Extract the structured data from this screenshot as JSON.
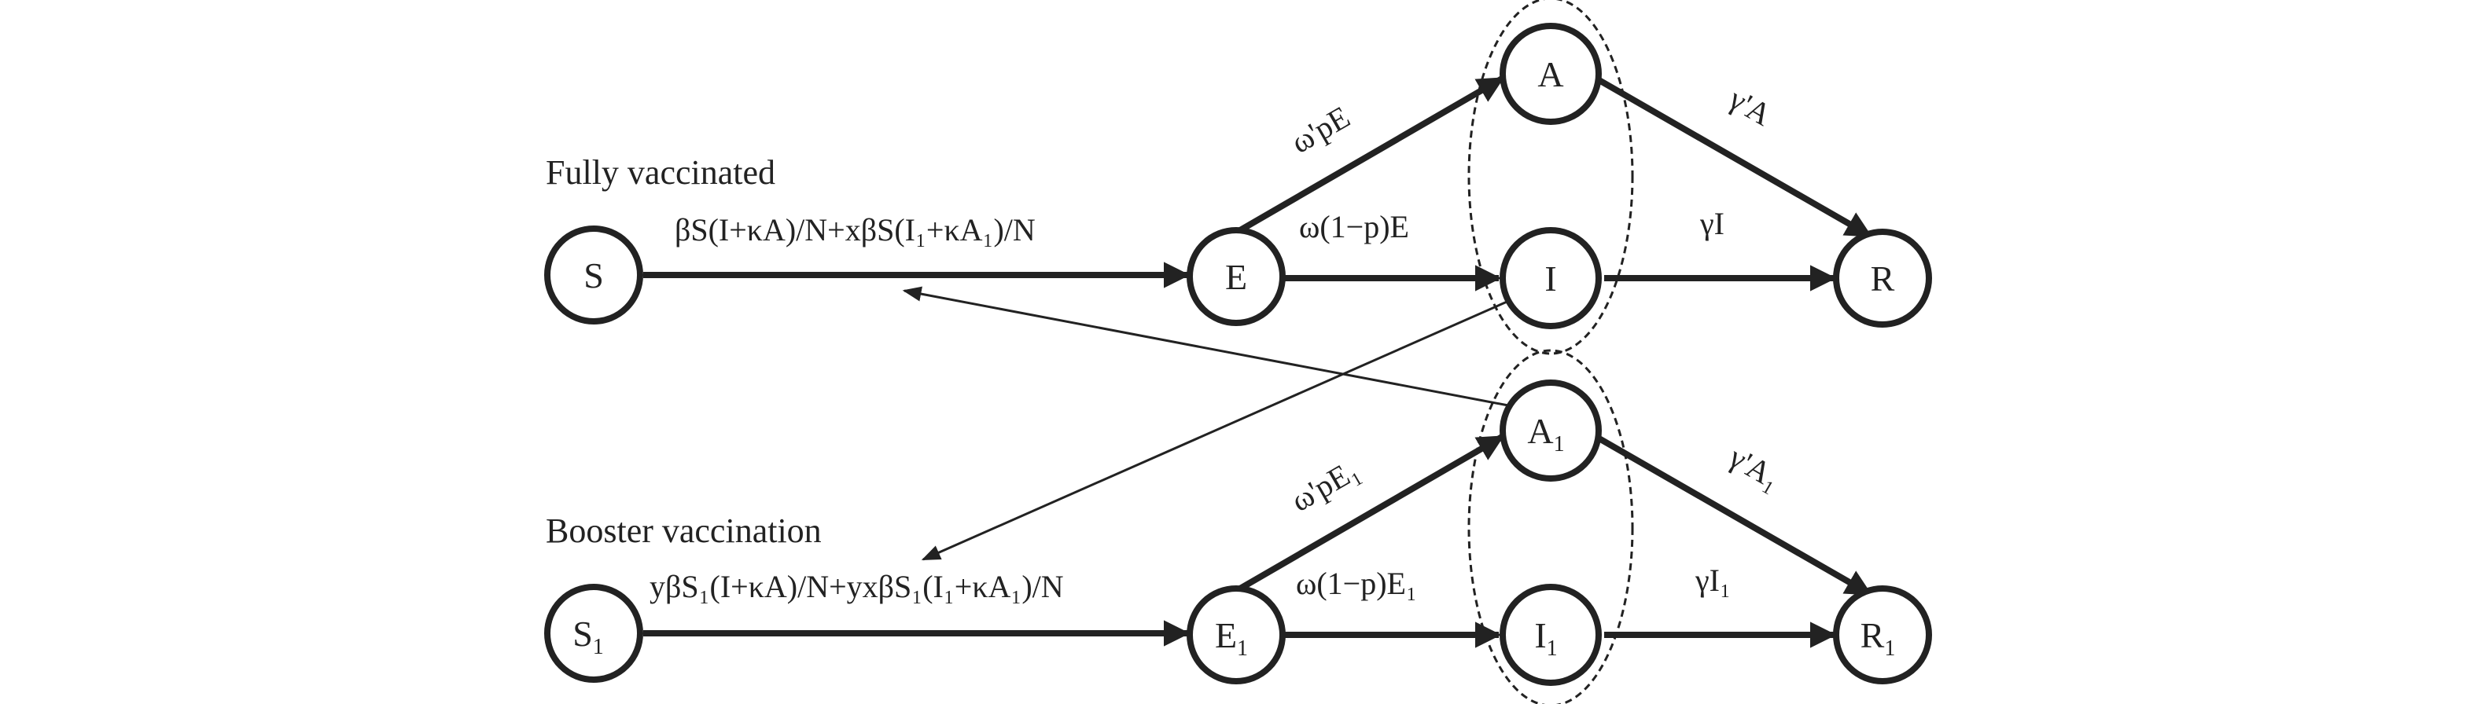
{
  "groups": {
    "fully_vaccinated": "Fully vaccinated",
    "booster_vaccination": "Booster vaccination"
  },
  "nodes": {
    "S": "S",
    "E": "E",
    "I": "I",
    "A": "A",
    "R": "R",
    "S1": "S",
    "E1": "E",
    "I1": "I",
    "A1": "A",
    "R1": "R",
    "subscript": "1"
  },
  "edge_labels": {
    "S_to_E": "βS(I+κA)/N+xβS(I₁+κA₁)/N",
    "E_to_A": "ω'pE",
    "E_to_I": "ω(1−p)E",
    "A_to_R": "γ'A",
    "I_to_R": "γI",
    "S1_to_E1": "yβS₁(I+κA)/N+yxβS₁(I₁+κA₁)/N",
    "E1_to_A1": "ω'pE₁",
    "E1_to_I1": "ω(1−p)E₁",
    "A1_to_R1": "γ'A₁",
    "I1_to_R1": "γI₁"
  }
}
